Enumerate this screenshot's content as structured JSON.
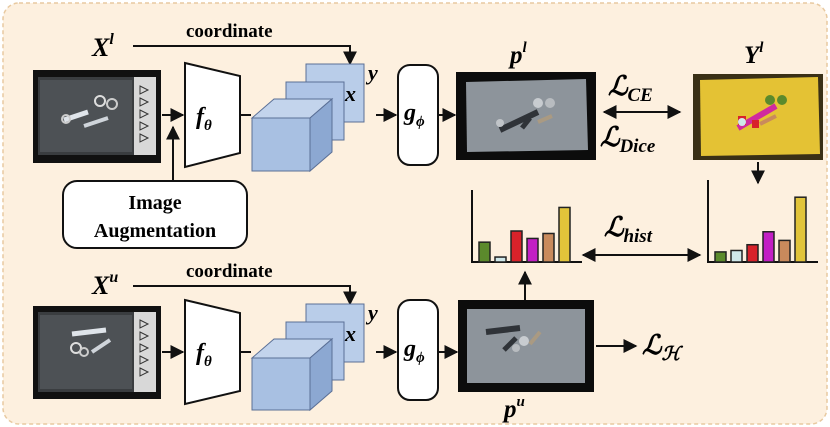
{
  "colors": {
    "background": "#fdf0df",
    "panel_border": "#e8c9a0",
    "arrow": "#111111",
    "cube_face": "#9fb8dc",
    "cube_front": "#a8c0e2",
    "cube_top": "#c3d4ec",
    "cube_side": "#8ca8d2",
    "cube_back": "#b9cde9",
    "label_yellow": "#e4c234"
  },
  "labels": {
    "x_labeled": "X",
    "x_labeled_sup": "l",
    "x_unlabeled": "X",
    "x_unlabeled_sup": "u",
    "coordinate_top": "coordinate",
    "coordinate_bottom": "coordinate",
    "f_theta_top": "f",
    "f_theta_sub_top": "θ",
    "f_theta_bottom": "f",
    "f_theta_sub_bottom": "θ",
    "g_phi_top": "g",
    "g_phi_sub_top": "ϕ",
    "g_phi_bottom": "g",
    "g_phi_sub_bottom": "ϕ",
    "axis_x_top": "x",
    "axis_y_top": "y",
    "axis_x_bottom": "x",
    "axis_y_bottom": "y",
    "p_labeled": "p",
    "p_labeled_sup": "l",
    "p_unlabeled": "p",
    "p_unlabeled_sup": "u",
    "y_labeled": "Y",
    "y_labeled_sup": "l",
    "aug_line1": "Image",
    "aug_line2": "Augmentation",
    "loss_ce": "ℒ",
    "loss_ce_sub": "CE",
    "loss_dice": "ℒ",
    "loss_dice_sub": "Dice",
    "loss_hist": "ℒ",
    "loss_hist_sub": "hist",
    "loss_entropy": "ℒ",
    "loss_entropy_sub": "ℋ"
  },
  "histograms": {
    "colors": [
      "#5b8a2c",
      "#cfe8ea",
      "#d8222a",
      "#c21ec4",
      "#c98a5c",
      "#e1c43a"
    ],
    "predicted": [
      0.32,
      0.08,
      0.5,
      0.38,
      0.46,
      0.88
    ],
    "target": [
      0.14,
      0.16,
      0.24,
      0.42,
      0.3,
      0.9
    ]
  }
}
